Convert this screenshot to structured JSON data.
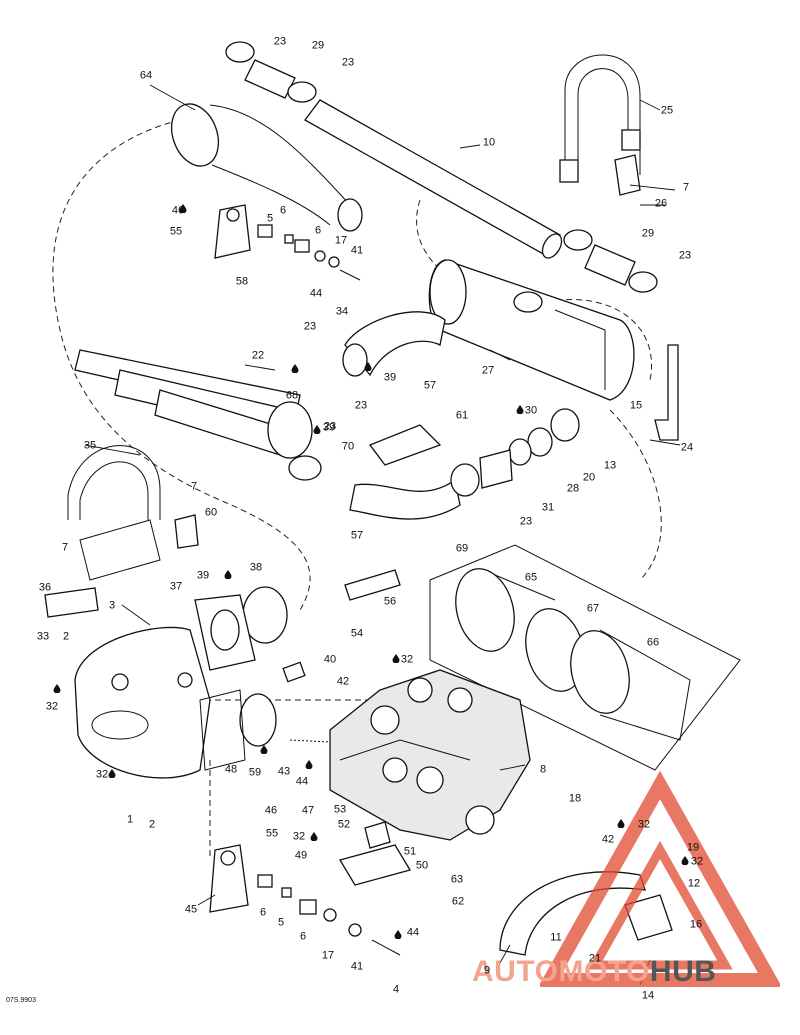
{
  "drawing_code": "07S.9903",
  "watermark": {
    "part1": "AUTOMOTO",
    "part2": "HUB",
    "accent_color": "#e04a2f"
  },
  "callouts": [
    "23",
    "29",
    "23",
    "64",
    "25",
    "10",
    "7",
    "26",
    "46",
    "6",
    "55",
    "5",
    "6",
    "17",
    "41",
    "58",
    "44",
    "34",
    "23",
    "29",
    "23",
    "22",
    "68",
    "39",
    "23",
    "57",
    "27",
    "23",
    "15",
    "61",
    "30",
    "39",
    "13",
    "35",
    "70",
    "28",
    "20",
    "24",
    "7",
    "60",
    "23",
    "31",
    "7",
    "57",
    "69",
    "36",
    "39",
    "38",
    "56",
    "65",
    "37",
    "3",
    "67",
    "33",
    "2",
    "54",
    "32",
    "66",
    "40",
    "32",
    "42",
    "32",
    "48",
    "59",
    "43",
    "44",
    "8",
    "1",
    "2",
    "46",
    "47",
    "53",
    "18",
    "32",
    "55",
    "52",
    "42",
    "19",
    "32",
    "49",
    "51",
    "32",
    "50",
    "12",
    "63",
    "45",
    "6",
    "5",
    "62",
    "16",
    "6",
    "11",
    "17",
    "44",
    "41",
    "21",
    "9",
    "14",
    "4"
  ],
  "drop_symbol": "💧"
}
